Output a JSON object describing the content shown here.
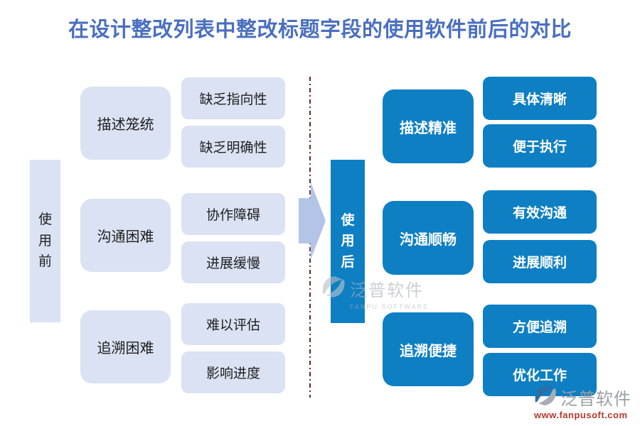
{
  "title": "在设计整改列表中整改标题字段的使用软件前后的对比",
  "colors": {
    "accent": "#0e7fc3",
    "light-box": "#dae2f3",
    "title-color": "#4a6fc0",
    "dash-color": "#5f2b2b",
    "arrow-color": "#b3c4e6",
    "logo-gray": "#9aa0a4",
    "logo-red": "#b5392d",
    "wm-gray": "#aab1ba"
  },
  "before": {
    "label": "使用前",
    "groups": [
      {
        "label": "描述笼统",
        "items": [
          "缺乏指向性",
          "缺乏明确性"
        ]
      },
      {
        "label": "沟通困难",
        "items": [
          "协作障碍",
          "进展缓慢"
        ]
      },
      {
        "label": "追溯困难",
        "items": [
          "难以评估",
          "影响进度"
        ]
      }
    ]
  },
  "after": {
    "label": "使用后",
    "groups": [
      {
        "label": "描述精准",
        "items": [
          "具体清晰",
          "便于执行"
        ]
      },
      {
        "label": "沟通顺畅",
        "items": [
          "有效沟通",
          "进展顺利"
        ]
      },
      {
        "label": "追溯便捷",
        "items": [
          "方便追溯",
          "优化工作"
        ]
      }
    ]
  },
  "watermark": {
    "name": "泛普软件",
    "subtitle": "FANPU SOFTWARE"
  },
  "logo": {
    "name": "泛普软件",
    "url": "www.fanpusoft.com"
  }
}
